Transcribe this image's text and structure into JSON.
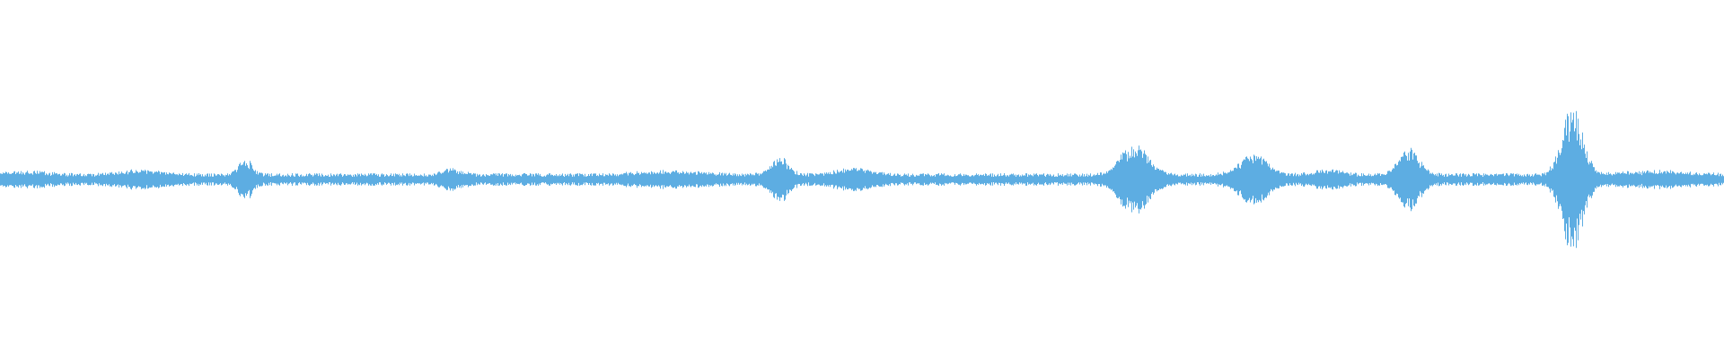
{
  "waveform": {
    "color": "#5dade2",
    "background": "#ffffff",
    "baseline_amplitude": 0.015,
    "noise_amplitude": 0.02,
    "bursts": [
      {
        "position": 0.015,
        "amplitude": 0.02,
        "width": 0.012
      },
      {
        "position": 0.08,
        "amplitude": 0.025,
        "width": 0.012
      },
      {
        "position": 0.142,
        "amplitude": 0.09,
        "width": 0.004
      },
      {
        "position": 0.262,
        "amplitude": 0.03,
        "width": 0.006
      },
      {
        "position": 0.39,
        "amplitude": 0.02,
        "width": 0.02
      },
      {
        "position": 0.452,
        "amplitude": 0.1,
        "width": 0.005
      },
      {
        "position": 0.496,
        "amplitude": 0.04,
        "width": 0.01
      },
      {
        "position": 0.658,
        "amplitude": 0.18,
        "width": 0.008
      },
      {
        "position": 0.727,
        "amplitude": 0.12,
        "width": 0.008
      },
      {
        "position": 0.77,
        "amplitude": 0.03,
        "width": 0.008
      },
      {
        "position": 0.817,
        "amplitude": 0.16,
        "width": 0.006
      },
      {
        "position": 0.912,
        "amplitude": 0.4,
        "width": 0.006
      },
      {
        "position": 0.96,
        "amplitude": 0.02,
        "width": 0.02
      }
    ]
  }
}
